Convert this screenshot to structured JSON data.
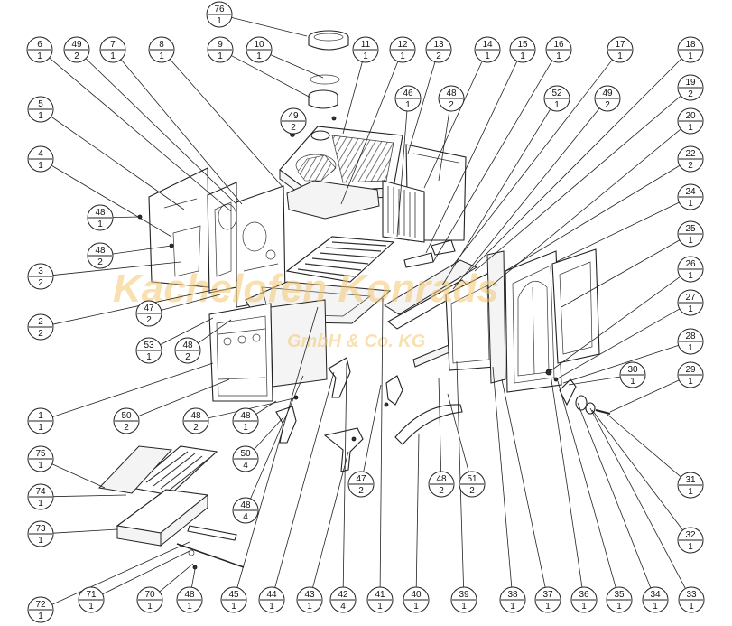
{
  "watermark": {
    "main": "Kachelofen Konrads",
    "sub": "GmbH & Co. KG",
    "color": "#f3c770"
  },
  "callouts": [
    {
      "id": "76",
      "qty": "1"
    },
    {
      "id": "6",
      "qty": "1"
    },
    {
      "id": "49a",
      "num": "49",
      "qty": "2"
    },
    {
      "id": "7",
      "qty": "1"
    },
    {
      "id": "8",
      "qty": "1"
    },
    {
      "id": "9",
      "qty": "1"
    },
    {
      "id": "10",
      "qty": "1"
    },
    {
      "id": "11",
      "qty": "1"
    },
    {
      "id": "12",
      "qty": "1"
    },
    {
      "id": "13",
      "qty": "2"
    },
    {
      "id": "14",
      "qty": "1"
    },
    {
      "id": "15",
      "qty": "1"
    },
    {
      "id": "16",
      "qty": "1"
    },
    {
      "id": "17",
      "qty": "1"
    },
    {
      "id": "18",
      "qty": "1"
    },
    {
      "id": "5",
      "qty": "1"
    },
    {
      "id": "49b",
      "num": "49",
      "qty": "2"
    },
    {
      "id": "46",
      "qty": "1"
    },
    {
      "id": "48a",
      "num": "48",
      "qty": "2"
    },
    {
      "id": "52",
      "qty": "1"
    },
    {
      "id": "49c",
      "num": "49",
      "qty": "2"
    },
    {
      "id": "19",
      "qty": "2"
    },
    {
      "id": "4",
      "qty": "1"
    },
    {
      "id": "20",
      "qty": "1"
    },
    {
      "id": "22",
      "qty": "2"
    },
    {
      "id": "48b",
      "num": "48",
      "qty": "1"
    },
    {
      "id": "24",
      "qty": "1"
    },
    {
      "id": "48c",
      "num": "48",
      "qty": "2"
    },
    {
      "id": "25",
      "qty": "1"
    },
    {
      "id": "3",
      "qty": "2"
    },
    {
      "id": "26",
      "qty": "1"
    },
    {
      "id": "47a",
      "num": "47",
      "qty": "2"
    },
    {
      "id": "2",
      "qty": "2"
    },
    {
      "id": "27",
      "qty": "1"
    },
    {
      "id": "53",
      "qty": "1"
    },
    {
      "id": "48d",
      "num": "48",
      "qty": "2"
    },
    {
      "id": "28",
      "qty": "1"
    },
    {
      "id": "30",
      "qty": "1"
    },
    {
      "id": "29",
      "qty": "1"
    },
    {
      "id": "1",
      "qty": "1"
    },
    {
      "id": "50a",
      "num": "50",
      "qty": "2"
    },
    {
      "id": "48e",
      "num": "48",
      "qty": "2"
    },
    {
      "id": "48f",
      "num": "48",
      "qty": "1"
    },
    {
      "id": "50b",
      "num": "50",
      "qty": "4"
    },
    {
      "id": "75",
      "qty": "1"
    },
    {
      "id": "47b",
      "num": "47",
      "qty": "2"
    },
    {
      "id": "48g",
      "num": "48",
      "qty": "2"
    },
    {
      "id": "51",
      "qty": "2"
    },
    {
      "id": "31",
      "qty": "1"
    },
    {
      "id": "74",
      "qty": "1"
    },
    {
      "id": "48h",
      "num": "48",
      "qty": "4"
    },
    {
      "id": "73",
      "qty": "1"
    },
    {
      "id": "32",
      "qty": "1"
    },
    {
      "id": "72",
      "qty": "1"
    },
    {
      "id": "71",
      "qty": "1"
    },
    {
      "id": "70",
      "qty": "1"
    },
    {
      "id": "48i",
      "num": "48",
      "qty": "1"
    },
    {
      "id": "45",
      "qty": "1"
    },
    {
      "id": "44",
      "qty": "1"
    },
    {
      "id": "43",
      "qty": "1"
    },
    {
      "id": "42",
      "qty": "4"
    },
    {
      "id": "41",
      "qty": "1"
    },
    {
      "id": "40",
      "qty": "1"
    },
    {
      "id": "39",
      "qty": "1"
    },
    {
      "id": "38",
      "qty": "1"
    },
    {
      "id": "37",
      "qty": "1"
    },
    {
      "id": "36",
      "qty": "1"
    },
    {
      "id": "35",
      "qty": "1"
    },
    {
      "id": "34",
      "qty": "1"
    },
    {
      "id": "33",
      "qty": "1"
    }
  ]
}
